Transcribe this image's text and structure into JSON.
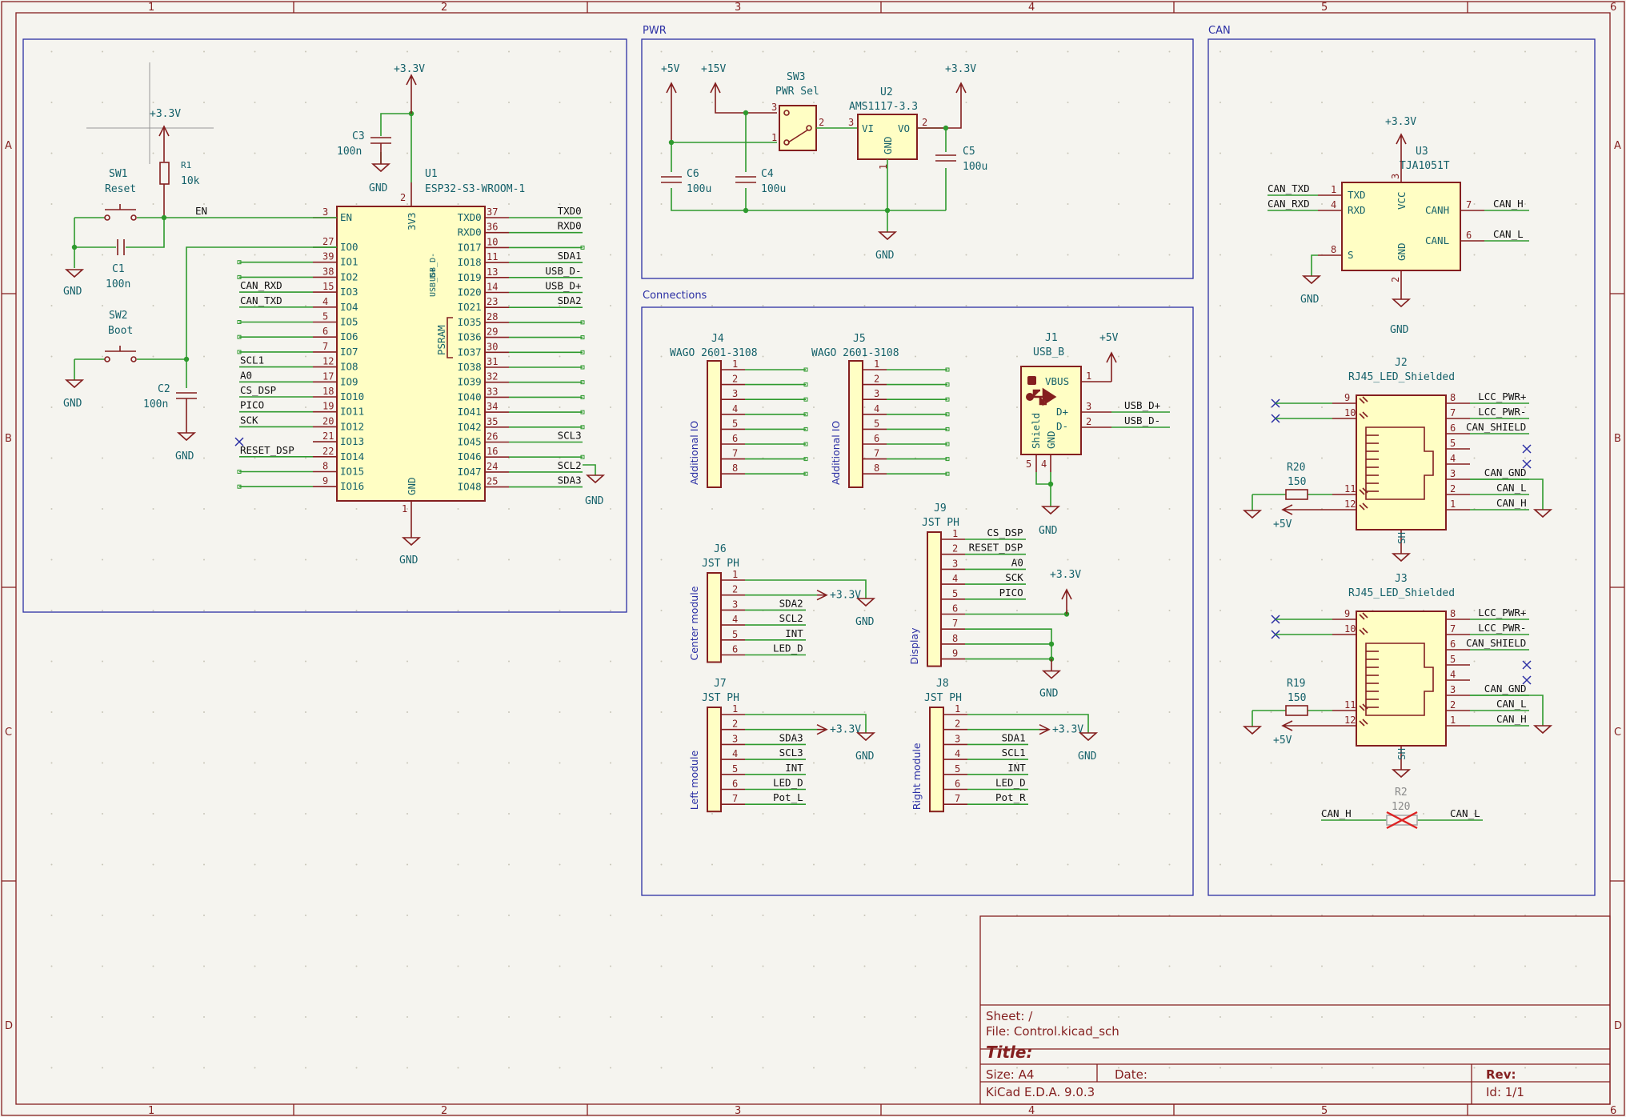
{
  "ruler": {
    "cols": [
      "1",
      "2",
      "3",
      "4",
      "5",
      "6"
    ],
    "rows": [
      "A",
      "B",
      "C",
      "D"
    ]
  },
  "sections": {
    "pwr": "PWR",
    "can": "CAN",
    "connections": "Connections"
  },
  "mcu": {
    "ref": "U1",
    "value": "ESP32-S3-WROOM-1",
    "psram": "PSRAM",
    "usb_d_minus": "USB_D-",
    "usb_d_plus": "USB_D+",
    "power_pin": "3V3",
    "gnd_pin": "GND",
    "left_pins": [
      {
        "num": "3",
        "name": "EN"
      },
      {
        "num": "27",
        "name": "IO0"
      },
      {
        "num": "39",
        "name": "IO1"
      },
      {
        "num": "38",
        "name": "IO2"
      },
      {
        "num": "15",
        "name": "IO3"
      },
      {
        "num": "4",
        "name": "IO4"
      },
      {
        "num": "5",
        "name": "IO5"
      },
      {
        "num": "6",
        "name": "IO6"
      },
      {
        "num": "7",
        "name": "IO7"
      },
      {
        "num": "12",
        "name": "IO8"
      },
      {
        "num": "17",
        "name": "IO9"
      },
      {
        "num": "18",
        "name": "IO10"
      },
      {
        "num": "19",
        "name": "IO11"
      },
      {
        "num": "20",
        "name": "IO12"
      },
      {
        "num": "21",
        "name": "IO13"
      },
      {
        "num": "22",
        "name": "IO14"
      },
      {
        "num": "8",
        "name": "IO15"
      },
      {
        "num": "9",
        "name": "IO16"
      }
    ],
    "right_pins": [
      {
        "num": "37",
        "name": "TXD0"
      },
      {
        "num": "36",
        "name": "RXD0"
      },
      {
        "num": "10",
        "name": "IO17"
      },
      {
        "num": "11",
        "name": "IO18"
      },
      {
        "num": "13",
        "name": "IO19"
      },
      {
        "num": "14",
        "name": "IO20"
      },
      {
        "num": "23",
        "name": "IO21"
      },
      {
        "num": "28",
        "name": "IO35"
      },
      {
        "num": "29",
        "name": "IO36"
      },
      {
        "num": "30",
        "name": "IO37"
      },
      {
        "num": "31",
        "name": "IO38"
      },
      {
        "num": "32",
        "name": "IO39"
      },
      {
        "num": "33",
        "name": "IO40"
      },
      {
        "num": "34",
        "name": "IO41"
      },
      {
        "num": "35",
        "name": "IO42"
      },
      {
        "num": "26",
        "name": "IO45"
      },
      {
        "num": "16",
        "name": "IO46"
      },
      {
        "num": "24",
        "name": "IO47"
      },
      {
        "num": "25",
        "name": "IO48"
      }
    ],
    "power_pin_num": "2",
    "gnd_pin_num": "1",
    "left_nets": [
      "EN",
      "",
      "",
      "",
      "CAN_RXD",
      "CAN_TXD",
      "",
      "",
      "",
      "SCL1",
      "A0",
      "CS_DSP",
      "PICO",
      "SCK",
      "",
      "RESET_DSP",
      "",
      ""
    ],
    "right_nets": [
      "TXD0",
      "RXD0",
      "",
      "SDA1",
      "USB_D-",
      "USB_D+",
      "SDA2",
      "",
      "",
      "",
      "",
      "",
      "",
      "",
      "",
      "SCL3",
      "",
      "SCL2",
      "SDA3"
    ]
  },
  "mcu_support": {
    "plus3v3": "+3.3V",
    "gnd": "GND",
    "c3": {
      "ref": "C3",
      "value": "100n"
    },
    "r1": {
      "ref": "R1",
      "value": "10k"
    },
    "sw1": {
      "ref": "SW1",
      "value": "Reset"
    },
    "c1": {
      "ref": "C1",
      "value": "100n"
    },
    "sw2": {
      "ref": "SW2",
      "value": "Boot"
    },
    "c2": {
      "ref": "C2",
      "value": "100n"
    }
  },
  "pwr": {
    "plus5v": "+5V",
    "plus15v": "+15V",
    "plus3v3": "+3.3V",
    "gnd": "GND",
    "sw3": {
      "ref": "SW3",
      "value": "PWR Sel",
      "pins": [
        "3",
        "1",
        "2"
      ]
    },
    "u2": {
      "ref": "U2",
      "value": "AMS1117-3.3",
      "vi": "VI",
      "vo": "VO",
      "gnd": "GND",
      "pins": [
        "3",
        "2",
        "1"
      ]
    },
    "c6": {
      "ref": "C6",
      "value": "100u"
    },
    "c4": {
      "ref": "C4",
      "value": "100u"
    },
    "c5": {
      "ref": "C5",
      "value": "100u"
    }
  },
  "can": {
    "u3": {
      "ref": "U3",
      "value": "TJA1051T",
      "txd": "TXD",
      "rxd": "RXD",
      "s": "S",
      "vcc": "VCC",
      "gnd": "GND",
      "canh": "CANH",
      "canl": "CANL",
      "pins": {
        "txd": "1",
        "rxd": "4",
        "s": "8",
        "vcc": "3",
        "gnd": "2",
        "canh": "7",
        "canl": "6"
      }
    },
    "nets": {
      "can_txd": "CAN_TXD",
      "can_rxd": "CAN_RXD",
      "can_h": "CAN_H",
      "can_l": "CAN_L"
    },
    "plus3v3": "+3.3V",
    "gnd": "GND",
    "plus5v": "+5V",
    "j2": {
      "ref": "J2",
      "value": "RJ45_LED_Shielded",
      "sh": "SH",
      "r": {
        "ref": "R20",
        "value": "150"
      }
    },
    "j3": {
      "ref": "J3",
      "value": "RJ45_LED_Shielded",
      "sh": "SH",
      "r": {
        "ref": "R19",
        "value": "150"
      }
    },
    "rj_left_pins": [
      "9",
      "10",
      "11",
      "12"
    ],
    "rj_right": [
      {
        "num": "8",
        "net": "LCC_PWR+"
      },
      {
        "num": "7",
        "net": "LCC_PWR-"
      },
      {
        "num": "6",
        "net": "CAN_SHIELD"
      },
      {
        "num": "5",
        "net": ""
      },
      {
        "num": "4",
        "net": ""
      },
      {
        "num": "3",
        "net": "CAN_GND"
      },
      {
        "num": "2",
        "net": "CAN_L"
      },
      {
        "num": "1",
        "net": "CAN_H"
      }
    ],
    "r2": {
      "ref": "R2",
      "value": "120",
      "left": "CAN_H",
      "right": "CAN_L"
    }
  },
  "connections": {
    "j4": {
      "ref": "J4",
      "value": "WAGO 2601-3108",
      "label": "Additional IO",
      "pins": [
        "1",
        "2",
        "3",
        "4",
        "5",
        "6",
        "7",
        "8"
      ]
    },
    "j5": {
      "ref": "J5",
      "value": "WAGO 2601-3108",
      "label": "Additional IO",
      "pins": [
        "1",
        "2",
        "3",
        "4",
        "5",
        "6",
        "7",
        "8"
      ]
    },
    "j1": {
      "ref": "J1",
      "value": "USB_B",
      "vbus": "VBUS",
      "dp": "D+",
      "dm": "D-",
      "shield": "Shield",
      "gnd": "GND",
      "pins": [
        "1",
        "3",
        "2",
        "5",
        "4"
      ],
      "nets": [
        "USB_D+",
        "USB_D-"
      ],
      "plus5v": "+5V",
      "gndlabel": "GND"
    },
    "j6": {
      "ref": "J6",
      "value": "JST PH",
      "label": "Center module",
      "pins": [
        "1",
        "2",
        "3",
        "4",
        "5",
        "6"
      ],
      "nets": [
        "",
        "",
        "SDA2",
        "SCL2",
        "INT",
        "LED_D"
      ],
      "pwr": "+3.3V",
      "gnd": "GND"
    },
    "j7": {
      "ref": "J7",
      "value": "JST PH",
      "label": "Left module",
      "pins": [
        "1",
        "2",
        "3",
        "4",
        "5",
        "6",
        "7"
      ],
      "nets": [
        "",
        "",
        "SDA3",
        "SCL3",
        "INT",
        "LED_D",
        "Pot_L"
      ],
      "pwr": "+3.3V",
      "gnd": "GND"
    },
    "j8": {
      "ref": "J8",
      "value": "JST PH",
      "label": "Right module",
      "pins": [
        "1",
        "2",
        "3",
        "4",
        "5",
        "6",
        "7"
      ],
      "nets": [
        "",
        "",
        "SDA1",
        "SCL1",
        "INT",
        "LED_D",
        "Pot_R"
      ],
      "pwr": "+3.3V",
      "gnd": "GND"
    },
    "j9": {
      "ref": "J9",
      "value": "JST PH",
      "label": "Display",
      "pins": [
        "1",
        "2",
        "3",
        "4",
        "5",
        "6",
        "7",
        "8",
        "9"
      ],
      "nets": [
        "CS_DSP",
        "RESET_DSP",
        "A0",
        "SCK",
        "PICO",
        "",
        "",
        "",
        ""
      ],
      "pwr": "+3.3V",
      "gnd": "GND"
    }
  },
  "title_block": {
    "sheet": "Sheet: /",
    "file": "File: Control.kicad_sch",
    "title": "Title:",
    "size": "Size: A4",
    "date": "Date:",
    "rev": "Rev:",
    "kicad": "KiCad E.D.A. 9.0.3",
    "id": "Id: 1/1"
  }
}
